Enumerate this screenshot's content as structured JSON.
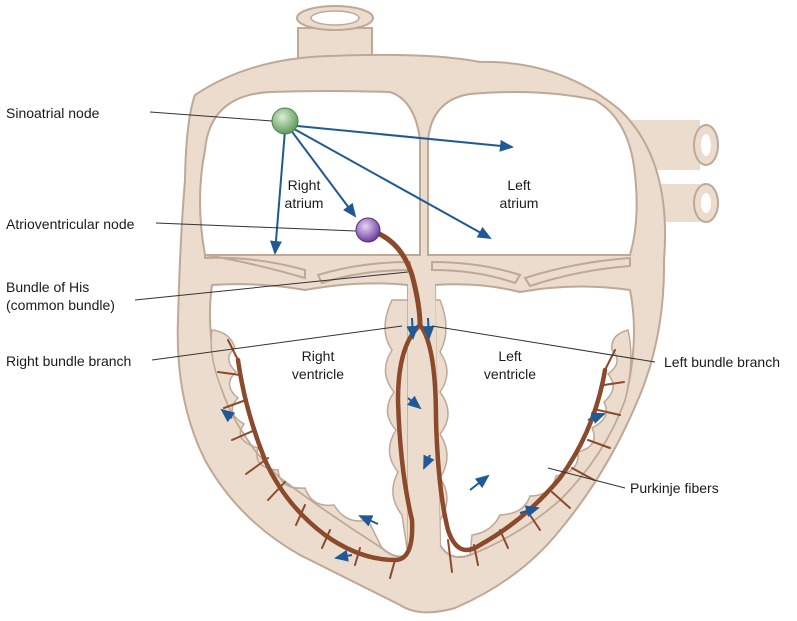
{
  "labels": {
    "sinoatrial_node": "Sinoatrial node",
    "atrioventricular_node": "Atrioventricular node",
    "bundle_of_his_line1": "Bundle of His",
    "bundle_of_his_line2": "(common bundle)",
    "right_bundle_branch": "Right bundle branch",
    "left_bundle_branch": "Left bundle branch",
    "purkinje_fibers": "Purkinje fibers"
  },
  "chambers": {
    "right_atrium_line1": "Right",
    "right_atrium_line2": "atrium",
    "left_atrium_line1": "Left",
    "left_atrium_line2": "atrium",
    "right_ventricle_line1": "Right",
    "right_ventricle_line2": "ventricle",
    "left_ventricle_line1": "Left",
    "left_ventricle_line2": "ventricle"
  },
  "colors": {
    "tissue": "#ecdcce",
    "tissue_edge": "#bfa896",
    "chamber_fill": "#ffffff",
    "conduction": "#8b4a2b",
    "impulse_arrow": "#1f5a96",
    "sa_node": "#7ab07a",
    "av_node": "#8e5cb8"
  }
}
